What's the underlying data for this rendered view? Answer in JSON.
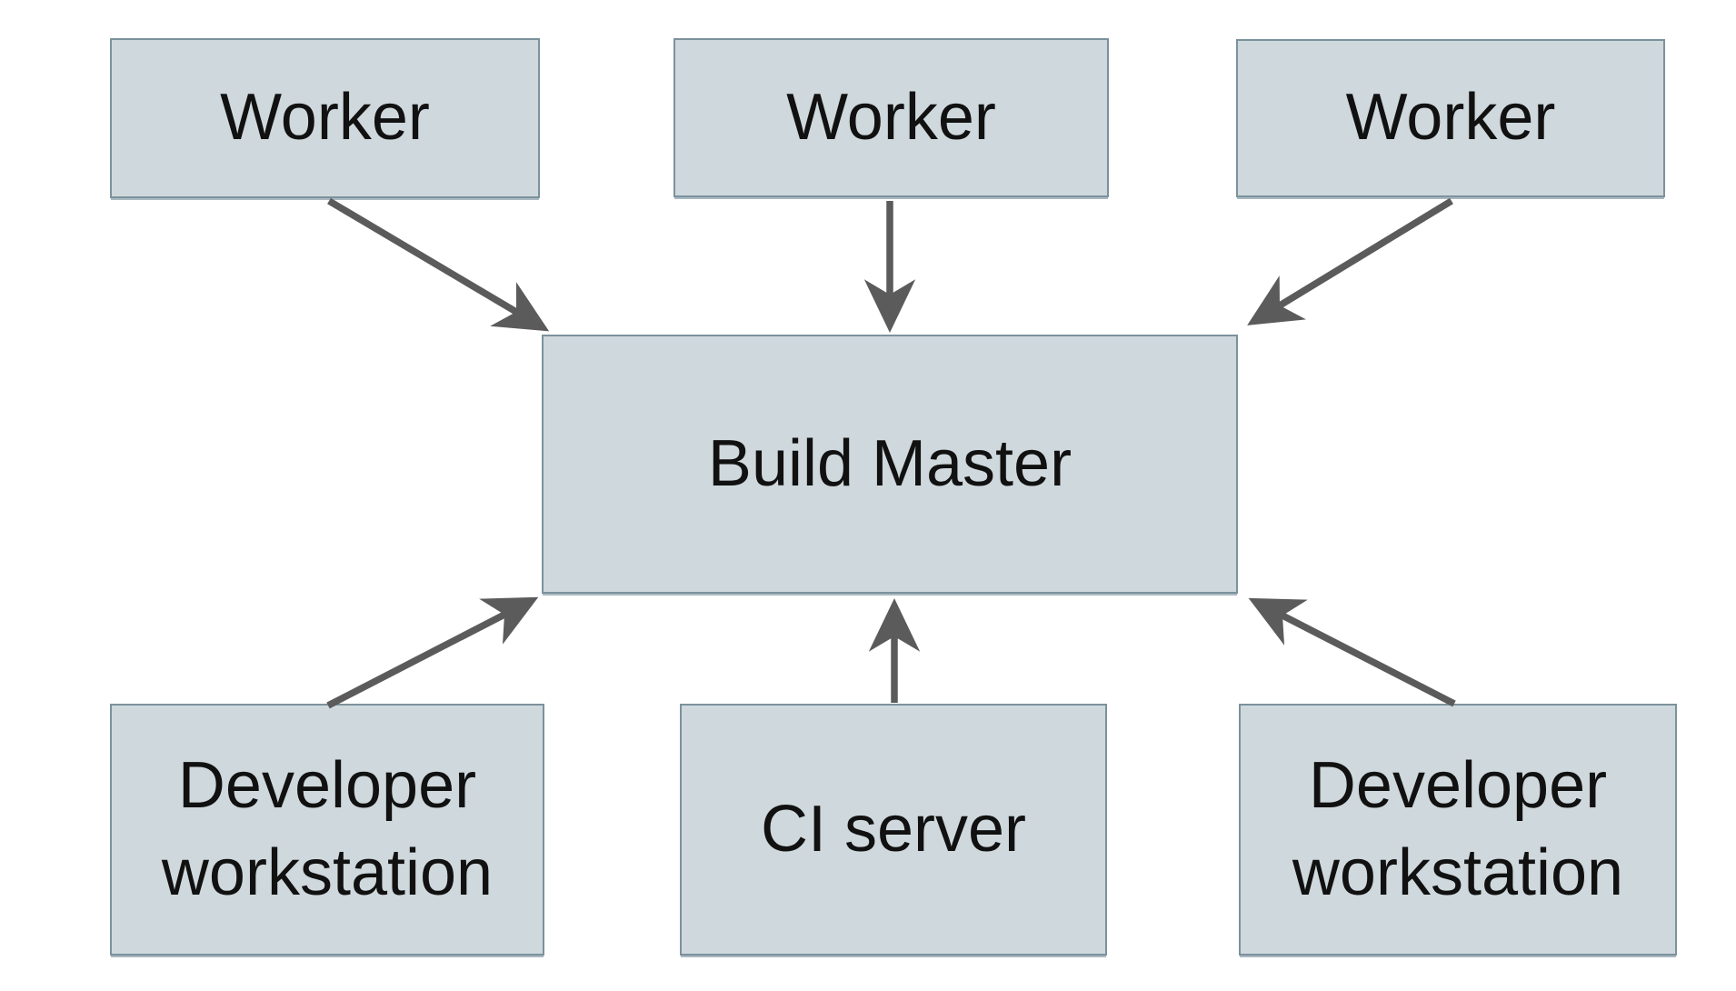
{
  "colors": {
    "background": "#ffffff",
    "node_fill": "#cfd8dc",
    "node_border": "#7b929c",
    "arrow": "#5b5b5b",
    "text": "#111111"
  },
  "nodes": {
    "worker_1": {
      "label": "Worker"
    },
    "worker_2": {
      "label": "Worker"
    },
    "worker_3": {
      "label": "Worker"
    },
    "build_master": {
      "label": "Build Master"
    },
    "dev_workstation_left": {
      "label": "Developer workstation"
    },
    "ci_server": {
      "label": "CI server"
    },
    "dev_workstation_right": {
      "label": "Developer workstation"
    }
  },
  "edges": [
    {
      "from": "worker_1",
      "to": "build_master"
    },
    {
      "from": "worker_2",
      "to": "build_master"
    },
    {
      "from": "worker_3",
      "to": "build_master"
    },
    {
      "from": "dev_workstation_left",
      "to": "build_master"
    },
    {
      "from": "ci_server",
      "to": "build_master"
    },
    {
      "from": "dev_workstation_right",
      "to": "build_master"
    }
  ]
}
